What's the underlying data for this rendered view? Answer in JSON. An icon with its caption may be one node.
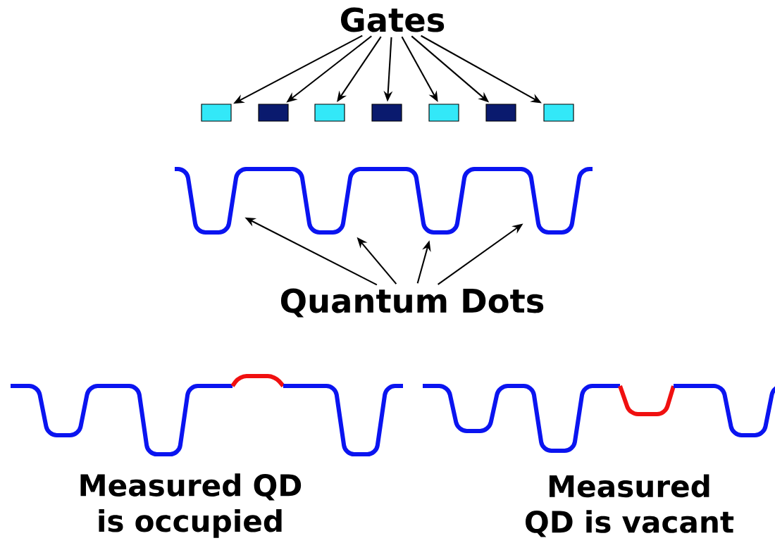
{
  "diagram": {
    "nodes": [
      {
        "text": [
          "Gates"
        ]
      },
      {
        "text": [],
        "shape": "box"
      },
      {
        "text": [],
        "shape": "box"
      },
      {
        "text": [],
        "shape": "box"
      },
      {
        "text": [],
        "shape": "box"
      },
      {
        "text": [],
        "shape": "box"
      },
      {
        "text": [],
        "shape": "box"
      },
      {
        "text": [],
        "shape": "box"
      },
      {
        "text": [],
        "shape": "curve"
      },
      {
        "text": [],
        "shape": "curve"
      },
      {
        "text": [],
        "shape": "curve"
      },
      {
        "text": [],
        "shape": "curve"
      },
      {
        "text": [
          "Quantum Dots"
        ]
      }
    ],
    "edges": [
      {
        "from": 0,
        "to": 1,
        "arrow": "to"
      },
      {
        "from": 0,
        "to": 2,
        "arrow": "to"
      },
      {
        "from": 0,
        "to": 3,
        "arrow": "to"
      },
      {
        "from": 0,
        "to": 4,
        "arrow": "to"
      },
      {
        "from": 0,
        "to": 5,
        "arrow": "to"
      },
      {
        "from": 0,
        "to": 6,
        "arrow": "to"
      },
      {
        "from": 0,
        "to": 7,
        "arrow": "to"
      },
      {
        "from": 12,
        "to": 8,
        "arrow": "to"
      },
      {
        "from": 12,
        "to": 9,
        "arrow": "to"
      },
      {
        "from": 12,
        "to": 10,
        "arrow": "to"
      },
      {
        "from": 12,
        "to": 11,
        "arrow": "to"
      }
    ],
    "labels": [
      "Measured QD is occupied",
      "Measured QD is vacant"
    ]
  }
}
